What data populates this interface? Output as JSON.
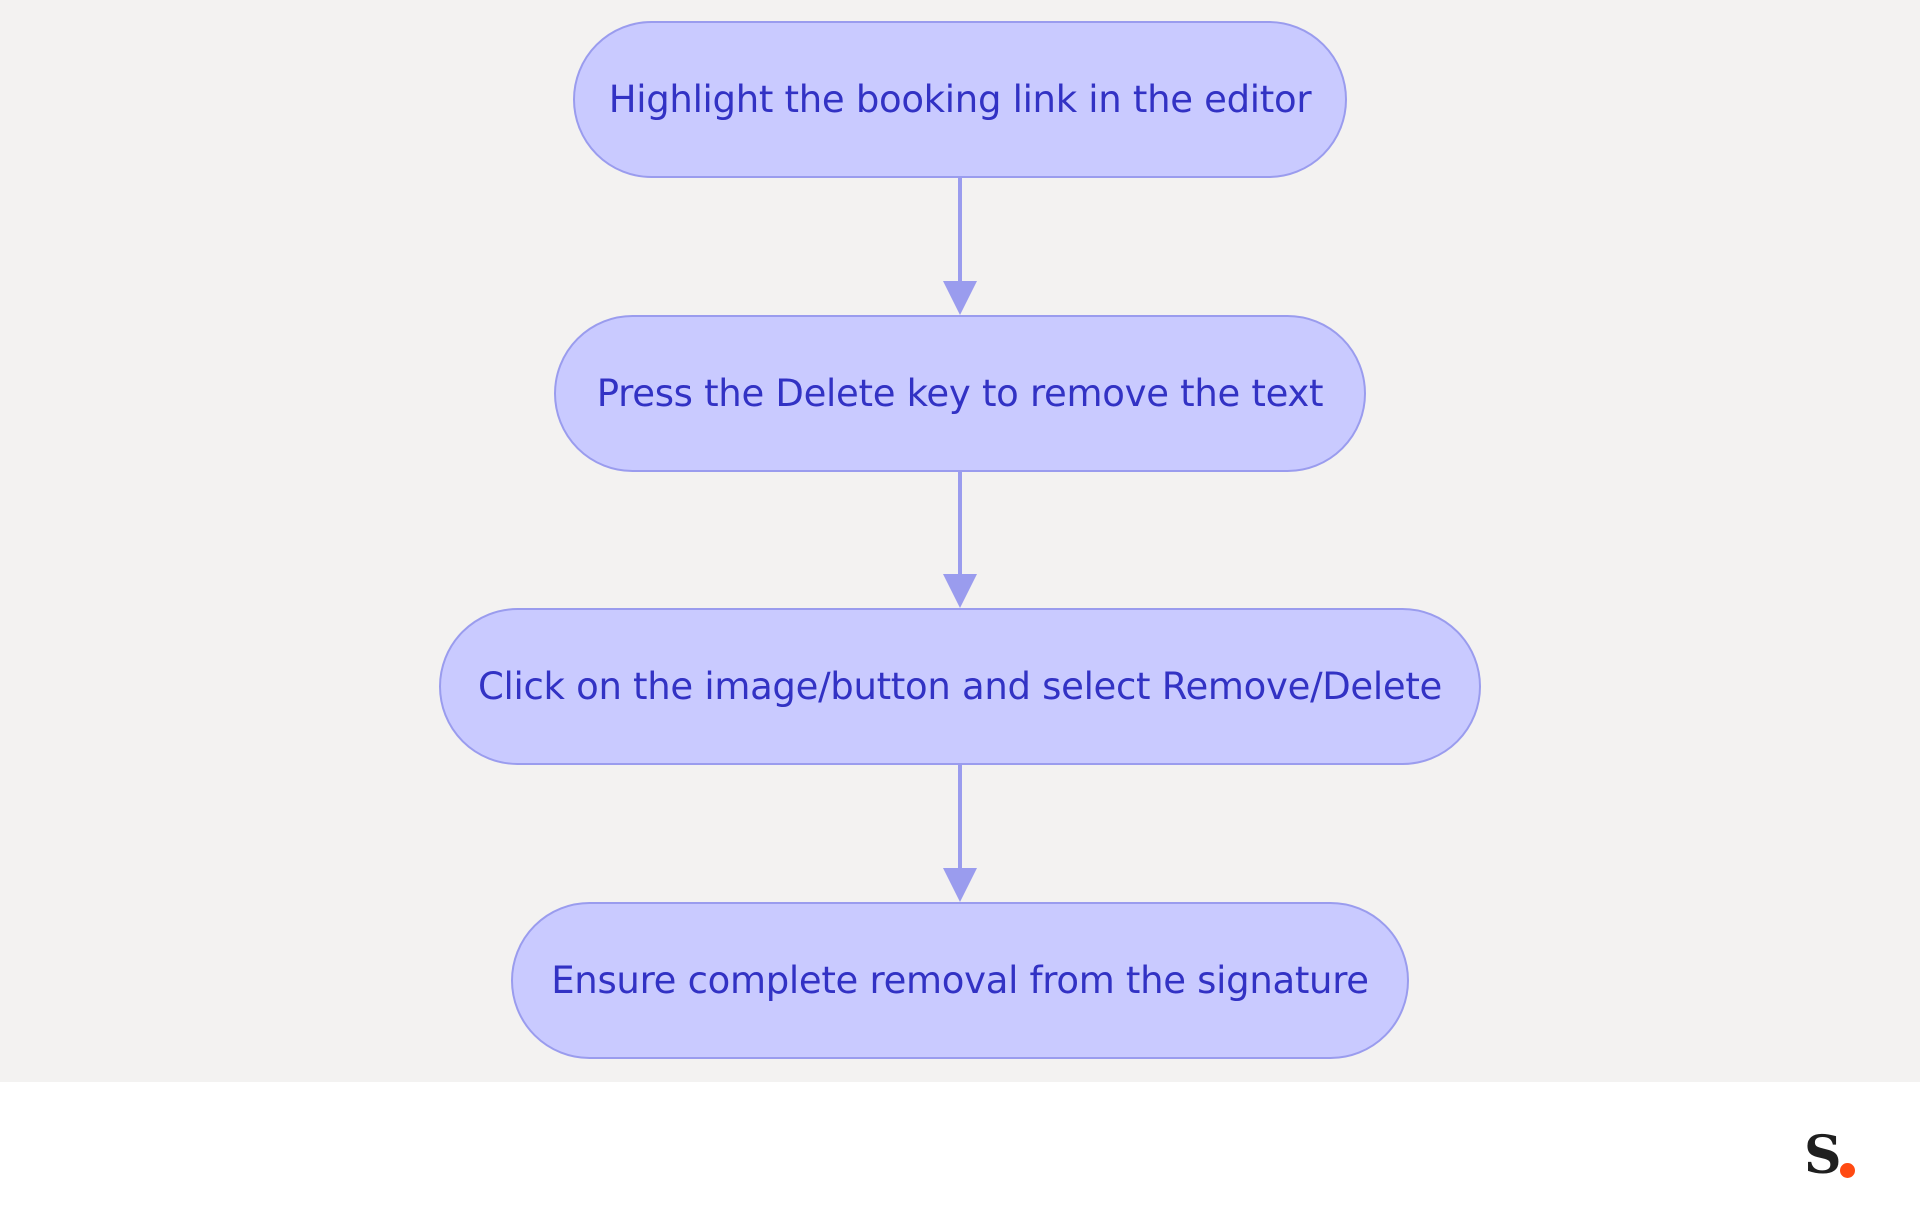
{
  "diagram": {
    "type": "flowchart",
    "direction": "top-to-bottom",
    "nodes": [
      {
        "id": "n1",
        "label": "Highlight the booking link in the editor"
      },
      {
        "id": "n2",
        "label": "Press the Delete key to remove the text"
      },
      {
        "id": "n3",
        "label": "Click on the image/button and select Remove/Delete"
      },
      {
        "id": "n4",
        "label": "Ensure complete removal from the signature"
      }
    ],
    "edges": [
      {
        "from": "n1",
        "to": "n2"
      },
      {
        "from": "n2",
        "to": "n3"
      },
      {
        "from": "n3",
        "to": "n4"
      }
    ]
  },
  "colors": {
    "background": "#f3f2f1",
    "node_fill": "#c9caff",
    "node_border": "#9a9cee",
    "node_text": "#3232c4",
    "arrow": "#9a9cee",
    "logo_text": "#1f1f1f",
    "logo_dot": "#ff4a12"
  },
  "logo": {
    "letter": "S",
    "icon": "brand-logo-icon"
  }
}
